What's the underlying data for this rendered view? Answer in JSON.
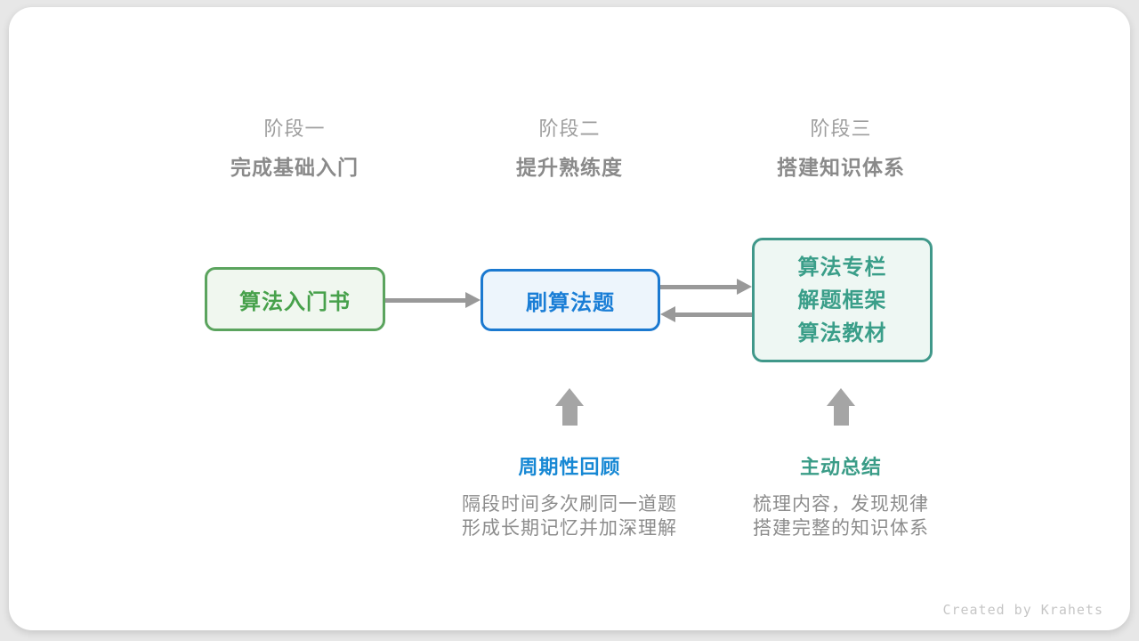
{
  "stages": [
    {
      "label": "阶段一",
      "subtitle": "完成基础入门"
    },
    {
      "label": "阶段二",
      "subtitle": "提升熟练度"
    },
    {
      "label": "阶段三",
      "subtitle": "搭建知识体系"
    }
  ],
  "flow": {
    "box1": "算法入门书",
    "box2": "刷算法题",
    "box3_lines": [
      "算法专栏",
      "解题框架",
      "算法教材"
    ]
  },
  "annotations": {
    "review": {
      "label": "周期性回顾",
      "line1": "隔段时间多次刷同一道题",
      "line2": "形成长期记忆并加深理解"
    },
    "summary": {
      "label": "主动总结",
      "line1": "梳理内容，发现规律",
      "line2": "搭建完整的知识体系"
    }
  },
  "credit": "Created by Krahets",
  "colors": {
    "page-bg": "#e7e7e7",
    "card-bg": "#ffffff",
    "green-border": "#5ba45e",
    "green-bg": "#f0f7ef",
    "green-text": "#47a14b",
    "blue-border": "#1b79d0",
    "blue-bg": "#edf5fc",
    "blue-text": "#1a7ed6",
    "teal-border": "#40988a",
    "teal-bg": "#eef7f3",
    "teal-text": "#3a9e89",
    "label-blue": "#1788d4",
    "label-teal": "#3a9c87",
    "arrow-gray": "#999999",
    "block-arrow-gray": "#a5a5a5",
    "stage-label-gray": "#9d9d9d",
    "stage-subtitle-gray": "#8a8a8a",
    "desc-gray": "#8c8c8c",
    "credit-gray": "#c6c6c6"
  }
}
